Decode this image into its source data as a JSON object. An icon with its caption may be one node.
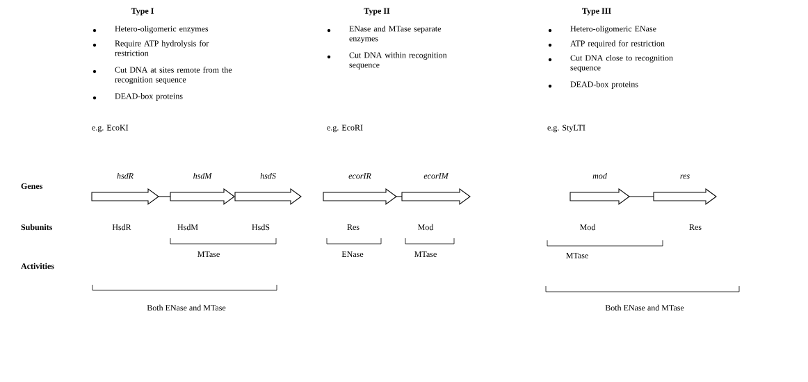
{
  "diagram": {
    "nodes": [
      {
        "text": [
          "hsdR"
        ]
      },
      {
        "text": [
          "hsdM"
        ]
      },
      {
        "text": [
          "hsdS"
        ]
      },
      {
        "text": [
          "ecorIR"
        ]
      },
      {
        "text": [
          "ecorIM"
        ]
      },
      {
        "text": [
          "mod"
        ]
      },
      {
        "text": [
          "res"
        ]
      }
    ],
    "edges": [
      {
        "from": 0,
        "to": 1,
        "arrow": "none"
      },
      {
        "from": 3,
        "to": 4,
        "arrow": "none"
      },
      {
        "from": 5,
        "to": 6,
        "arrow": "none"
      }
    ],
    "labels": [
      "Type I",
      "Type II",
      "Type III",
      "Hetero-oligomeric enzymes",
      "Require ATP hydrolysis for restriction",
      "Cut DNA at sites remote from the recognition sequence",
      "DEAD-box proteins",
      "ENase and MTase separate enzymes",
      "Cut DNA within recognition sequence",
      "Hetero-oligomeric ENase",
      "ATP required for restriction",
      "Cut DNA close to recognition sequence",
      "DEAD-box proteins",
      "e.g. EcoKI",
      "e.g. EcoRI",
      "e.g. StyLTI",
      "Genes",
      "Subunits",
      "HsdR",
      "HsdM",
      "HsdS",
      "Res",
      "Mod",
      "Mod",
      "Res",
      "MTase",
      "ENase",
      "MTase",
      "MTase",
      "Activities",
      "Both ENase and MTase",
      "Both ENase and MTase"
    ]
  }
}
